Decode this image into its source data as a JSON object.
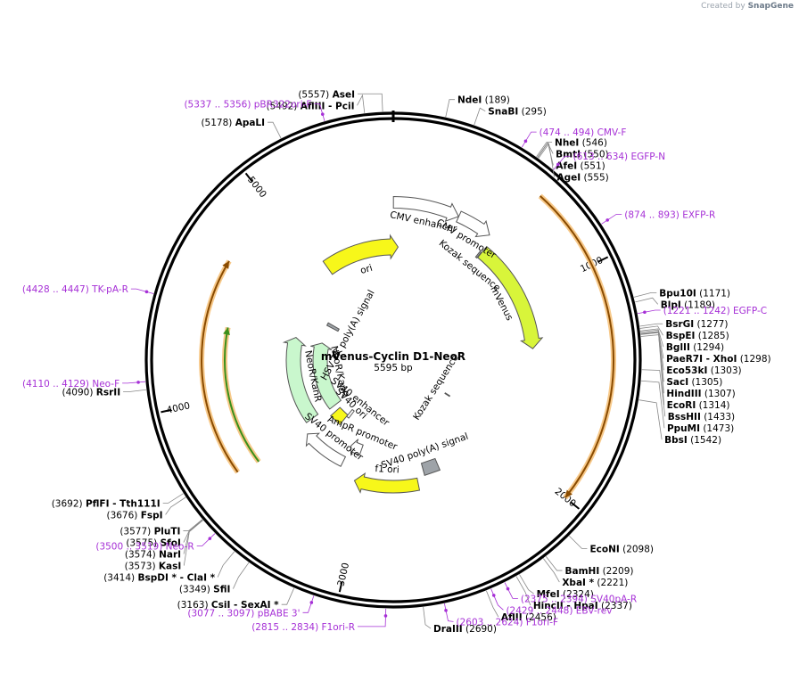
{
  "credit": {
    "prefix": "Created by",
    "brand": "SnapGene"
  },
  "plasmid": {
    "name": "mVenus-Cyclin D1-NeoR",
    "length": 5595,
    "length_label": "5595 bp"
  },
  "colors": {
    "primer": "#a630d6",
    "yellow": "#f7f71a",
    "green_light": "#c9f7cd",
    "lime": "#d8f53a",
    "gray": "#9ea3a8",
    "orange": "#f5b34a",
    "backbone": "#000000"
  },
  "ticks": [
    {
      "bp": 1000,
      "label": "1000"
    },
    {
      "bp": 2000,
      "label": "2000"
    },
    {
      "bp": 3000,
      "label": "3000"
    },
    {
      "bp": 4000,
      "label": "4000"
    },
    {
      "bp": 5000,
      "label": "5000"
    }
  ],
  "features": [
    {
      "id": "cmv-enhancer",
      "start": 1,
      "end": 380,
      "color": "#ffffff",
      "label": "CMV enhancer",
      "dir": 1
    },
    {
      "id": "cmv-promoter",
      "start": 381,
      "end": 584,
      "color": "#ffffff",
      "label": "CMV promoter",
      "dir": 1
    },
    {
      "id": "mvenus",
      "start": 613,
      "end": 1326,
      "color": "#d8f53a",
      "label": "mVenus",
      "dir": 1
    },
    {
      "id": "kozak-1",
      "start": 600,
      "end": 610,
      "color": "#9ea3a8",
      "label": "Kozak sequence",
      "dir": 0
    },
    {
      "id": "kozak-2",
      "start": 1900,
      "end": 1910,
      "color": "#9ea3a8",
      "label": "Kozak sequence",
      "dir": 0
    },
    {
      "id": "sv40-polya",
      "start": 2440,
      "end": 2561,
      "color": "#9ea3a8",
      "label": "SV40 poly(A) signal",
      "dir": 0
    },
    {
      "id": "f1-ori",
      "start": 2620,
      "end": 3075,
      "color": "#f7f71a",
      "label": "f1 ori",
      "dir": 1
    },
    {
      "id": "ampr-promoter",
      "start": 3101,
      "end": 3205,
      "color": "#ffffff",
      "label": "AmpR promoter",
      "dir": 1
    },
    {
      "id": "sv40-promoter",
      "start": 3206,
      "end": 3563,
      "color": "#ffffff",
      "label": "SV40 promoter",
      "dir": 1
    },
    {
      "id": "sv40-ori",
      "start": 3414,
      "end": 3549,
      "color": "#f7f71a",
      "label": "SV40 ori",
      "dir": 0
    },
    {
      "id": "sv40-enhancer",
      "start": 3380,
      "end": 3413,
      "color": "#ffffff",
      "label": "SV40 enhancer",
      "dir": 0
    },
    {
      "id": "neor-inner",
      "start": 3611,
      "end": 4405,
      "color": "#c9f7cd",
      "label": "NeoR/KanR",
      "dir": 1
    },
    {
      "id": "neor-outer",
      "start": 3640,
      "end": 4400,
      "color": "#c9f7cd",
      "label": "NeoR/KanR",
      "dir": 1
    },
    {
      "id": "hsv-tk-polya",
      "start": 4625,
      "end": 4660,
      "color": "#9ea3a8",
      "label": "HSV TK poly(A) signal",
      "dir": 0
    },
    {
      "id": "ori",
      "start": 5045,
      "end": 5633,
      "color": "#f7f71a",
      "label": "ori",
      "dir": 1
    }
  ],
  "orfs": [
    {
      "start": 650,
      "end": 2000,
      "dir": 1
    },
    {
      "start": 3640,
      "end": 4680,
      "dir": 1
    },
    {
      "start": 3620,
      "end": 4370,
      "dir": 1
    }
  ],
  "sites": [
    {
      "name": "AseI",
      "pos": "(5557)",
      "bp": 5557,
      "side": "L"
    },
    {
      "name": "AflIII  - PciI",
      "pos": "(5492)",
      "bp": 5492,
      "side": "L"
    },
    {
      "name": "ApaLI",
      "pos": "(5178)",
      "bp": 5178,
      "side": "L"
    },
    {
      "name": "NdeI",
      "pos": "(189)",
      "bp": 189,
      "side": "R"
    },
    {
      "name": "SnaBI",
      "pos": "(295)",
      "bp": 295,
      "side": "R"
    },
    {
      "name": "NheI",
      "pos": "(546)",
      "bp": 546,
      "side": "R"
    },
    {
      "name": "BmtI",
      "pos": "(550)",
      "bp": 550,
      "side": "R"
    },
    {
      "name": "AfeI",
      "pos": "(551)",
      "bp": 551,
      "side": "R"
    },
    {
      "name": "AgeI",
      "pos": "(555)",
      "bp": 555,
      "side": "R"
    },
    {
      "name": "Bpu10I",
      "pos": "(1171)",
      "bp": 1171,
      "side": "R"
    },
    {
      "name": "BlpI",
      "pos": "(1189)",
      "bp": 1189,
      "side": "R"
    },
    {
      "name": "BsrGI",
      "pos": "(1277)",
      "bp": 1277,
      "side": "R"
    },
    {
      "name": "BspEI",
      "pos": "(1285)",
      "bp": 1285,
      "side": "R"
    },
    {
      "name": "BglII",
      "pos": "(1294)",
      "bp": 1294,
      "side": "R"
    },
    {
      "name": "PaeR7I  - XhoI",
      "pos": "(1298)",
      "bp": 1298,
      "side": "R"
    },
    {
      "name": "Eco53kI",
      "pos": "(1303)",
      "bp": 1303,
      "side": "R"
    },
    {
      "name": "SacI",
      "pos": "(1305)",
      "bp": 1305,
      "side": "R"
    },
    {
      "name": "HindIII",
      "pos": "(1307)",
      "bp": 1307,
      "side": "R"
    },
    {
      "name": "EcoRI",
      "pos": "(1314)",
      "bp": 1314,
      "side": "R"
    },
    {
      "name": "BssHII",
      "pos": "(1433)",
      "bp": 1433,
      "side": "R"
    },
    {
      "name": "PpuMI",
      "pos": "(1473)",
      "bp": 1473,
      "side": "R"
    },
    {
      "name": "BbsI",
      "pos": "(1542)",
      "bp": 1542,
      "side": "R"
    },
    {
      "name": "EcoNI",
      "pos": "(2098)",
      "bp": 2098,
      "side": "R"
    },
    {
      "name": "BamHI",
      "pos": "(2209)",
      "bp": 2209,
      "side": "R"
    },
    {
      "name": "XbaI *",
      "pos": "(2221)",
      "bp": 2221,
      "side": "R"
    },
    {
      "name": "MfeI",
      "pos": "(2324)",
      "bp": 2324,
      "side": "R"
    },
    {
      "name": "HincII  - HpaI",
      "pos": "(2337)",
      "bp": 2337,
      "side": "R"
    },
    {
      "name": "AflII",
      "pos": "(2456)",
      "bp": 2456,
      "side": "R"
    },
    {
      "name": "DraIII",
      "pos": "(2690)",
      "bp": 2690,
      "side": "R"
    },
    {
      "name": "CsiI  - SexAI *",
      "pos": "(3163)",
      "bp": 3163,
      "side": "L"
    },
    {
      "name": "SfiI",
      "pos": "(3349)",
      "bp": 3349,
      "side": "L"
    },
    {
      "name": "BspDI *  - ClaI *",
      "pos": "(3414)",
      "bp": 3414,
      "side": "L"
    },
    {
      "name": "KasI",
      "pos": "(3573)",
      "bp": 3573,
      "side": "L"
    },
    {
      "name": "NarI",
      "pos": "(3574)",
      "bp": 3574,
      "side": "L"
    },
    {
      "name": "SfoI",
      "pos": "(3575)",
      "bp": 3575,
      "side": "L"
    },
    {
      "name": "PluTI",
      "pos": "(3577)",
      "bp": 3577,
      "side": "L"
    },
    {
      "name": "FspI",
      "pos": "(3676)",
      "bp": 3676,
      "side": "L"
    },
    {
      "name": "PflFI  - Tth111I",
      "pos": "(3692)",
      "bp": 3692,
      "side": "L"
    },
    {
      "name": "RsrII",
      "pos": "(4090)",
      "bp": 4090,
      "side": "L"
    }
  ],
  "primers": [
    {
      "name": "pBR322ori-F",
      "range": "(5337 .. 5356)",
      "bp": 5346,
      "side": "L"
    },
    {
      "name": "CMV-F",
      "range": "(474 .. 494)",
      "bp": 484,
      "side": "R"
    },
    {
      "name": "EGFP-N",
      "range": "(613 .. 634)",
      "bp": 623,
      "side": "R"
    },
    {
      "name": "EXFP-R",
      "range": "(874 .. 893)",
      "bp": 883,
      "side": "R"
    },
    {
      "name": "EGFP-C",
      "range": "(1221 .. 1242)",
      "bp": 1231,
      "side": "R"
    },
    {
      "name": "SV40pA-R",
      "range": "(2375 .. 2394)",
      "bp": 2384,
      "side": "R"
    },
    {
      "name": "EBV-rev",
      "range": "(2429 .. 2448)",
      "bp": 2438,
      "side": "R"
    },
    {
      "name": "F1ori-F",
      "range": "(2603 .. 2624)",
      "bp": 2613,
      "side": "R"
    },
    {
      "name": "F1ori-R",
      "range": "(2815 .. 2834)",
      "bp": 2824,
      "side": "L"
    },
    {
      "name": "pBABE 3'",
      "range": "(3077 .. 3097)",
      "bp": 3087,
      "side": "L"
    },
    {
      "name": "Neo-R",
      "range": "(3500 .. 3519)",
      "bp": 3509,
      "side": "L"
    },
    {
      "name": "Neo-F",
      "range": "(4110 .. 4129)",
      "bp": 4119,
      "side": "L"
    },
    {
      "name": "TK-pA-R",
      "range": "(4428 .. 4447)",
      "bp": 4437,
      "side": "L"
    }
  ]
}
